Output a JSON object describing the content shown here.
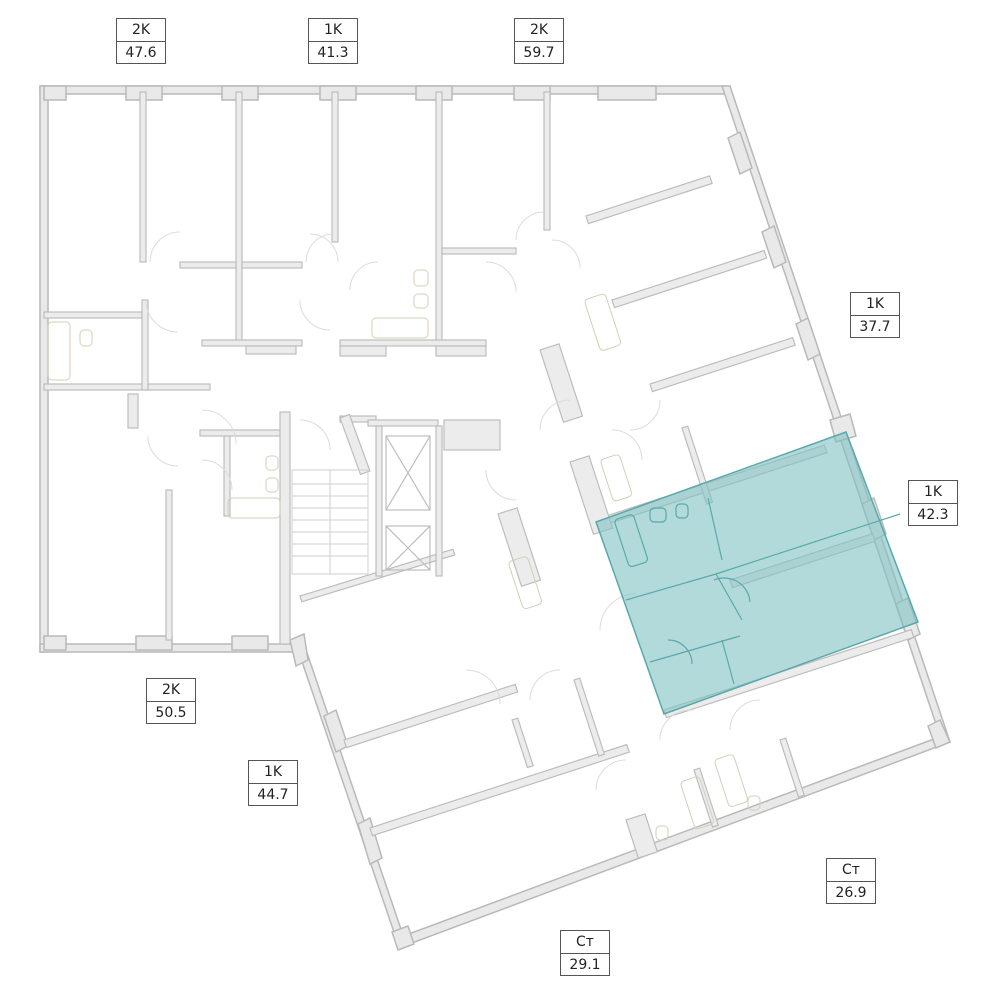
{
  "colors": {
    "wall": "#e9e9e9",
    "wall_stroke": "#b9b9b9",
    "fixture": "#d4cfb6",
    "window": "#9ccbd6",
    "highlight": "#7fc1c2"
  },
  "selected_unit": "1K 42.3",
  "units": [
    {
      "type": "2K",
      "area": "47.6"
    },
    {
      "type": "1K",
      "area": "41.3"
    },
    {
      "type": "2K",
      "area": "59.7"
    },
    {
      "type": "1K",
      "area": "37.7"
    },
    {
      "type": "1K",
      "area": "42.3"
    },
    {
      "type": "2K",
      "area": "50.5"
    },
    {
      "type": "1K",
      "area": "44.7"
    },
    {
      "type": "Ст",
      "area": "26.9"
    },
    {
      "type": "Ст",
      "area": "29.1"
    }
  ]
}
